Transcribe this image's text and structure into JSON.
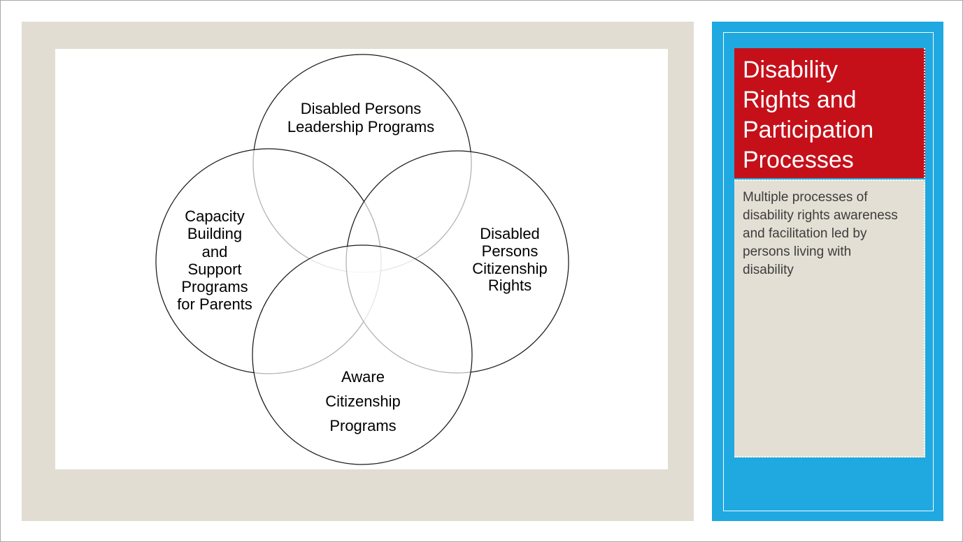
{
  "page": {
    "background": "#FFFFFF",
    "border_color": "#A8A8A8"
  },
  "slide": {
    "background": "#E2DDD2",
    "canvas_background": "#FFFFFF",
    "venn": {
      "type": "venn-diagram",
      "stroke_color": "#1A1A1A",
      "sets": [
        {
          "id": "top",
          "label": "Disabled Persons\nLeadership Programs"
        },
        {
          "id": "left",
          "label": "Capacity\nBuilding\nand\nSupport\nPrograms\nfor Parents"
        },
        {
          "id": "right",
          "label": "Disabled\nPersons\nCitizenship\nRights"
        },
        {
          "id": "bottom",
          "label": "Aware\nCitizenship\nPrograms"
        }
      ]
    }
  },
  "sidebar": {
    "background": "#1FA9E0",
    "title": {
      "text": "Disability\nRights and\nParticipation\nProcesses",
      "background": "#C5101A",
      "color": "#FFFFFF"
    },
    "body": {
      "text": "Multiple processes of\ndisability rights awareness\nand facilitation led by\npersons living with\ndisability",
      "background": "#E4DFD4",
      "color": "#3D3D3D"
    }
  }
}
